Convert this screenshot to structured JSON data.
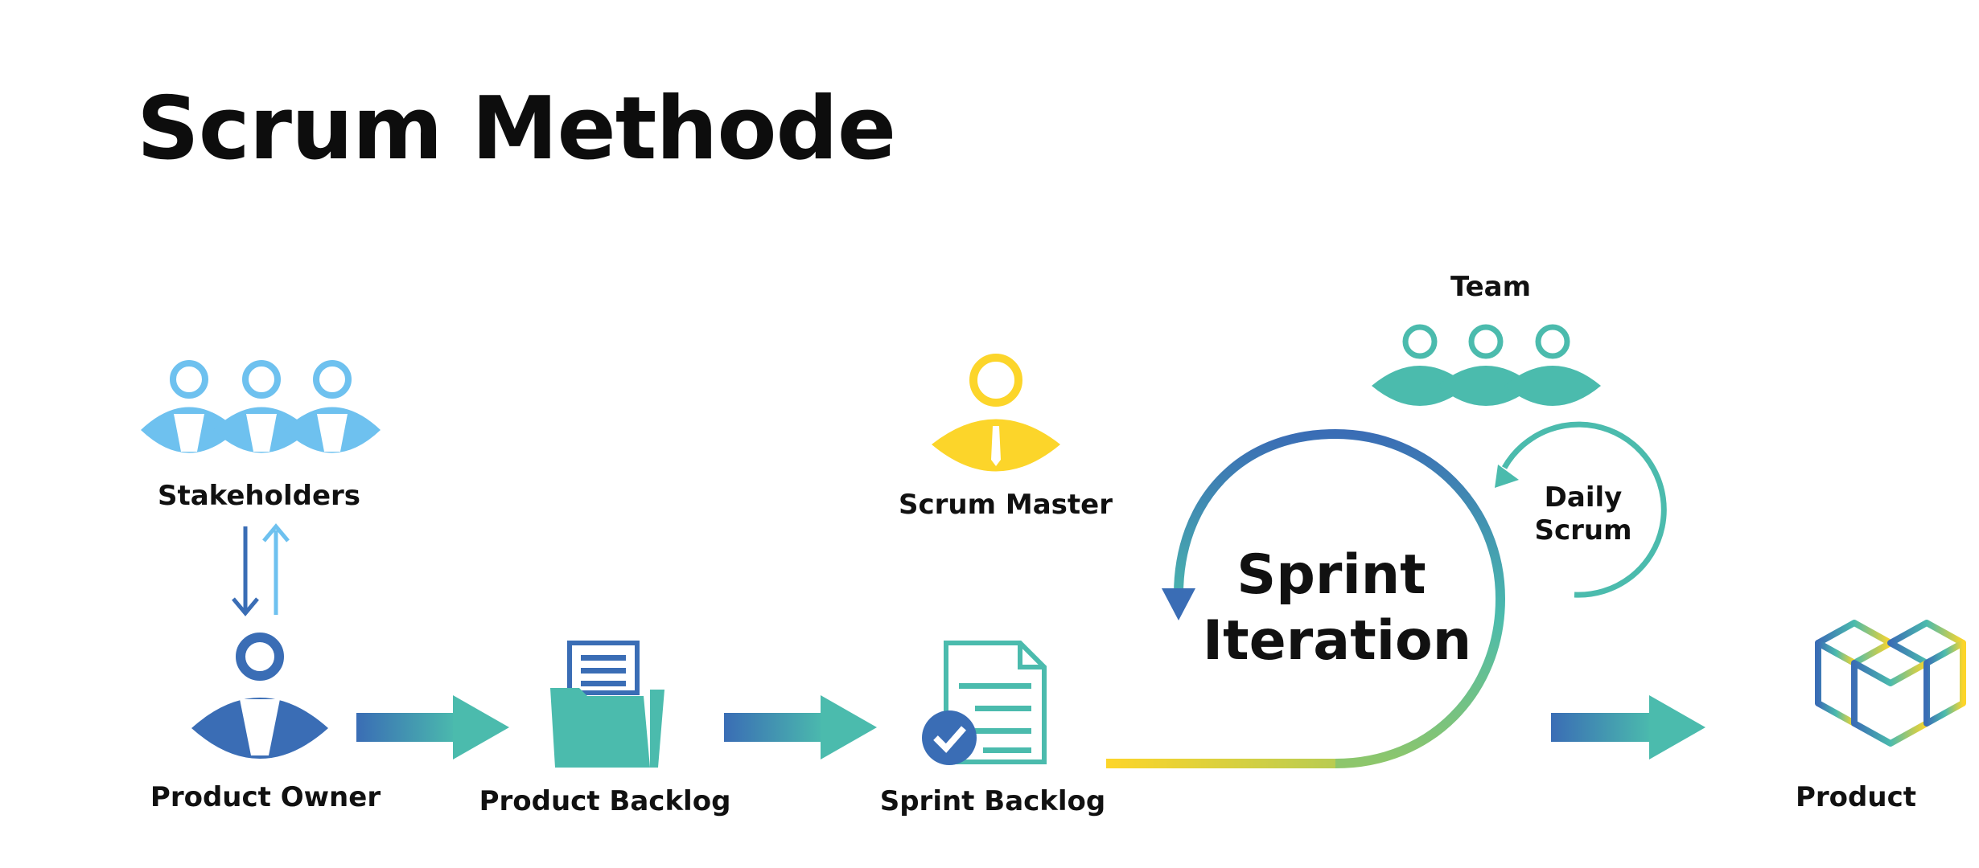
{
  "title": "Scrum Methode",
  "labels": {
    "stakeholders": "Stakeholders",
    "product_owner": "Product Owner",
    "product_backlog": "Product Backlog",
    "scrum_master": "Scrum Master",
    "sprint_backlog": "Sprint Backlog",
    "team": "Team",
    "daily_scrum_line1": "Daily",
    "daily_scrum_line2": "Scrum",
    "sprint_iteration_line1": "Sprint",
    "sprint_iteration_line2": "Iteration",
    "product": "Product"
  },
  "icons": {
    "stakeholders": "people-group-icon",
    "product_owner": "person-icon",
    "product_backlog": "folder-icon",
    "scrum_master": "person-tie-icon",
    "sprint_backlog": "document-check-icon",
    "team": "people-group-icon",
    "product": "box-icon"
  },
  "colors": {
    "light_blue": "#6ec1ef",
    "blue": "#3a6db5",
    "teal": "#4bbbad",
    "yellow": "#fcd52a",
    "green": "#8dc66b"
  }
}
